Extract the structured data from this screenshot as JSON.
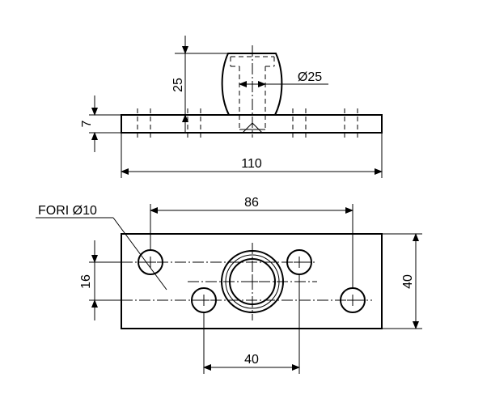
{
  "side_view": {
    "dim_height_base": "7",
    "dim_height_boss": "25",
    "dim_diameter_boss": "Ø25",
    "dim_total_length": "110"
  },
  "plan_view": {
    "holes_label": "FORI Ø10",
    "dim_top_holes_spacing": "86",
    "dim_hole_offset": "16",
    "dim_width": "40",
    "dim_bottom_holes_spacing": "40"
  }
}
